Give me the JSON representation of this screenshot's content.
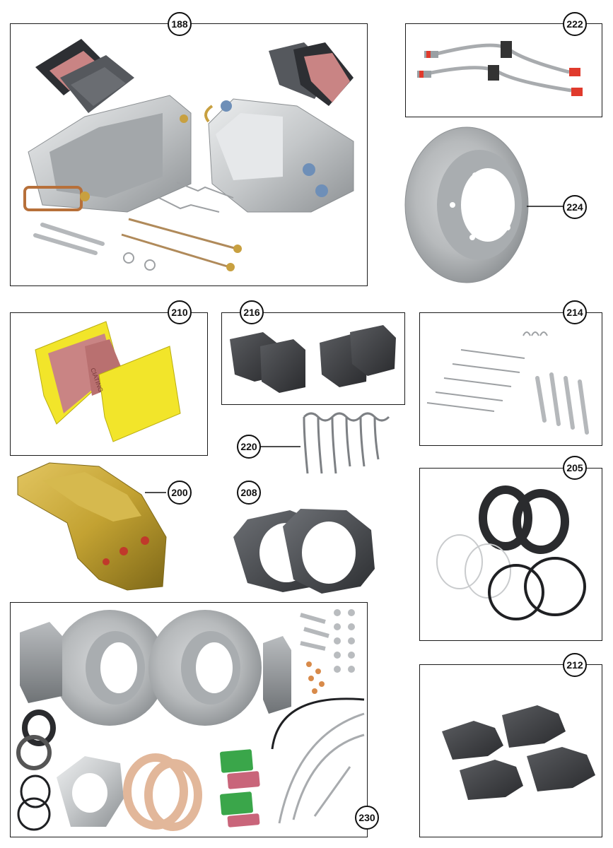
{
  "callouts": {
    "c188": "188",
    "c222": "222",
    "c224": "224",
    "c210": "210",
    "c216": "216",
    "c214": "214",
    "c220": "220",
    "c200": "200",
    "c208": "208",
    "c205": "205",
    "c230": "230",
    "c212": "212"
  },
  "labels": {
    "pad_210_marking": "CIATING"
  },
  "colors": {
    "frame": "#1a1a1a",
    "aluminium": "#c9cbcd",
    "pad_friction_red": "#c98484",
    "pad_backing_yellow": "#f2e52a",
    "gold_caliper": "#c8a938",
    "brass": "#c8a040",
    "green_pad_box": "#3aa64a"
  }
}
